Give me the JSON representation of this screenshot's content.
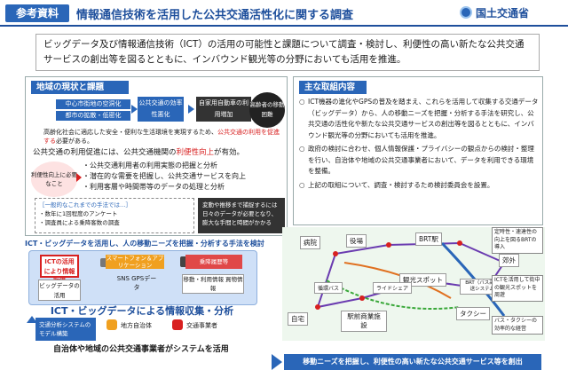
{
  "header": {
    "badge": "参考資料",
    "title": "情報通信技術を活用した公共交通活性化に関する調査",
    "ministry": "国土交通省"
  },
  "summary": {
    "text": "ビッグデータ及び情報通信技術（ICT）の活用の可能性と課題について調査・検討し、利便性の高い新たな公共交通サービスの創出等を図るとともに、インバウンド観光等の分野においても活用を推進。"
  },
  "left": {
    "heading": "地域の現状と課題",
    "problems": [
      "中心市街地の空洞化",
      "都市の拡散・低密化"
    ],
    "mid1": "公共交通の効率性悪化",
    "mid2": "自家用自動車の利用増加",
    "circle": "高齢者の移動困難",
    "note_prefix": "高齢化社会に適応した安全・便利な生活環境を実現するため、",
    "note_highlight": "公共交通の利用を促進する",
    "note_suffix": "必要がある。",
    "lead_prefix": "公共交通の利用促進には、公共交通機関の",
    "lead_highlight": "利便性向上",
    "lead_suffix": "が有効。",
    "bubble": "利便性向上に必要なこと",
    "bullets": [
      "・公共交通利用者の利用実態の把握と分析",
      "・潜在的な需要を把握し、公共交通サービスを向上",
      "・利用客層や時間帯等のデータの処理と分析"
    ],
    "dash_title": "［一般的なこれまでの手法では…］",
    "dash_lines": [
      "・数年に1回程度のアンケート",
      "・調査員による乗降客数の調査"
    ],
    "dark_lines": [
      "変動や推移まで捕捉するには",
      "日々のデータが必要となり、",
      "膨大な手間と時間がかかる"
    ]
  },
  "right": {
    "heading": "主な取組内容",
    "items": [
      "ICT機器の進化やGPSの普及を踏まえ、これらを活用して収集する交通データ（ビッグデータ）から、人の移動ニーズを把握・分析する手法を研究し、公共交通の活性化や新たな公共交通サービスの創出等を図るとともに、インバウンド観光等の分野においても活用を推進。",
      "政府の検討に合わせ、個人情報保護・プライバシーの観点からの検討・整理を行い、自治体や地域の公共交通事業者において、データを利用できる環境を整備。",
      "上記の取組について、調査・検討するため検討委員会を設置。"
    ],
    "bullet": "○"
  },
  "ict": {
    "title": "ICT・ビッグデータを活用し、人の移動ニーズを把握・分析する手法を検討",
    "red_box": "ICTの活用により情報取得",
    "orange": "スマートフォン＆アプリケーション",
    "red2": "乗降履歴等",
    "bigdata": "ビッグデータの活用",
    "sns": "SNS GPSデータ",
    "move": "移動・利用情報 買物情報",
    "banner": "ICT・ビッグデータによる情報収集・分析",
    "model": "交通分析システムのモデル構築",
    "actor1": "地方自治体",
    "actor2": "交通事業者",
    "bottom_line": "自治体や地域の公共交通事業者がシステムを活用"
  },
  "map": {
    "places": {
      "hospital": "病院",
      "office": "役場",
      "brt_station": "BRT駅",
      "suburb": "郊外",
      "home": "自宅",
      "station_mall": "駅前商業施設",
      "tourist": "観光スポット",
      "brt": "BRT（バス高速輸送システム）",
      "taxi": "タクシー",
      "rideshare": "ライドシェア",
      "minibus": "循環バス"
    },
    "notes": {
      "n1": "定時性・速達性の向上を図るBRTの導入",
      "n2": "ICTを活用して街中の観光スポットを周遊",
      "n3": "バス・タクシーの効率的な経営"
    }
  },
  "bottom_banner": "移動ニーズを把握し、利便性の高い新たな公共交通サービス等を創出",
  "colors": {
    "brand": "#1e4f9c",
    "accent": "#2a66b8",
    "highlight": "#d82020"
  }
}
